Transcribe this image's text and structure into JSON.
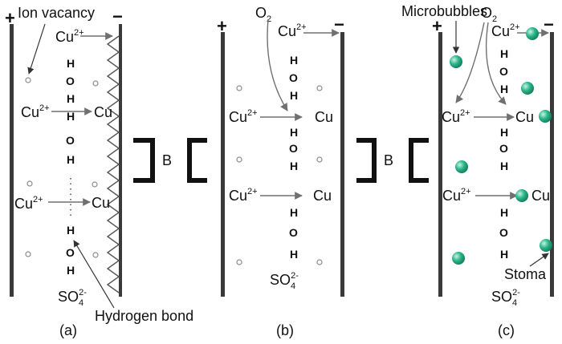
{
  "annotations": {
    "ion_vacancy": "Ion vacancy",
    "hydrogen_bond": "Hydrogen bond",
    "microbubbles": "Microbubbles",
    "stoma": "Stoma"
  },
  "connector_label": "B",
  "electrode_signs": {
    "anode": "+",
    "cathode": "−"
  },
  "species": {
    "cu": "Cu",
    "cu_ion_charge": "2+",
    "o": "O",
    "o2_sub": "2",
    "sulfate": "SO",
    "sulfate_sub": "4",
    "sulfate_sup": "2-",
    "h": "H"
  },
  "panels": [
    {
      "caption": "(a)"
    },
    {
      "caption": "(b)"
    },
    {
      "caption": "(c)"
    }
  ],
  "colors": {
    "electrode": "#3a3a3a",
    "arrow": "#707070",
    "bubble": "#2bb58a",
    "vacancy": "#8a8a8a",
    "bracket": "#111111"
  }
}
